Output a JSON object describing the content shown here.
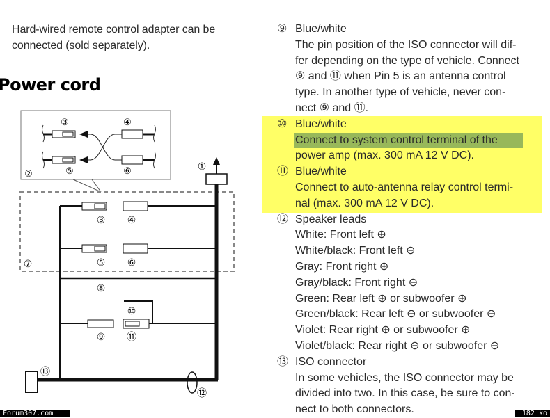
{
  "left": {
    "intro_lines": [
      "Hard-wired remote control adapter can be",
      "connected (sold separately)."
    ],
    "heading": "Power cord",
    "diagram": {
      "labels": {
        "c1": "①",
        "c2": "②",
        "c3": "③",
        "c4": "④",
        "c5": "⑤",
        "c6": "⑥",
        "c7": "⑦",
        "c8": "⑧",
        "c9": "⑨",
        "c10": "⑩",
        "c11": "⑪",
        "c12": "⑫",
        "c13": "⑬"
      },
      "inset_labels": {
        "c3": "③",
        "c4": "④",
        "c5": "⑤",
        "c6": "⑥",
        "c2": "②"
      }
    },
    "bottom_partial": "... ..."
  },
  "right": {
    "rows": [
      {
        "n": "⑨",
        "t": "Blue/white"
      },
      {
        "n": "",
        "t": "The pin position of the ISO connector will dif-"
      },
      {
        "n": "",
        "t": "fer depending on the type of vehicle. Connect"
      },
      {
        "n": "",
        "t": "⑨ and ⑪ when Pin 5 is an antenna control"
      },
      {
        "n": "",
        "t": "type. In another type of vehicle, never con-"
      },
      {
        "n": "",
        "t": "nect ⑨ and ⑪."
      },
      {
        "n": "⑩",
        "t": "Blue/white"
      },
      {
        "n": "",
        "t": "Connect to system control terminal of the"
      },
      {
        "n": "",
        "t": "power amp (max. 300 mA 12 V DC)."
      },
      {
        "n": "⑪",
        "t": "Blue/white"
      },
      {
        "n": "",
        "t": "Connect to auto-antenna relay control termi-"
      },
      {
        "n": "",
        "t": "nal (max. 300 mA 12 V DC)."
      },
      {
        "n": "⑫",
        "t": "Speaker leads"
      },
      {
        "n": "",
        "t": "White: Front left ⊕"
      },
      {
        "n": "",
        "t": "White/black: Front left ⊖"
      },
      {
        "n": "",
        "t": "Gray: Front right ⊕"
      },
      {
        "n": "",
        "t": "Gray/black: Front right ⊖"
      },
      {
        "n": "",
        "t": "Green: Rear left ⊕ or subwoofer ⊕"
      },
      {
        "n": "",
        "t": "Green/black: Rear left ⊖ or subwoofer ⊖"
      },
      {
        "n": "",
        "t": "Violet: Rear right ⊕ or subwoofer ⊕"
      },
      {
        "n": "",
        "t": "Violet/black: Rear right ⊖ or subwoofer ⊖"
      },
      {
        "n": "⑬",
        "t": "ISO connector"
      },
      {
        "n": "",
        "t": "In some vehicles, the ISO connector may be"
      },
      {
        "n": "",
        "t": "divided into two. In this case, be sure to con-"
      },
      {
        "n": "",
        "t": "nect to both connectors."
      }
    ],
    "highlight_color": "#ffff66",
    "selection_color": "#98b85a"
  },
  "watermarks": {
    "left": "Forum307.com",
    "right": "182 ko"
  }
}
